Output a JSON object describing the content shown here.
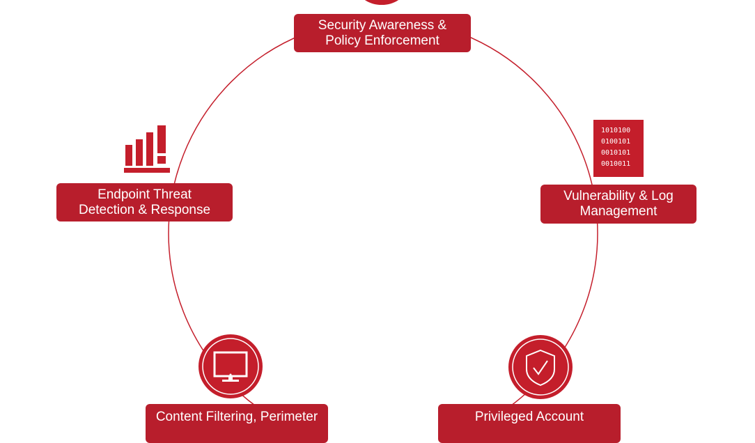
{
  "colors": {
    "primary": "#b81e2c",
    "icon": "#c41e2b",
    "line": "#c41e2b"
  },
  "nodes": [
    {
      "line1": "Security Awareness &",
      "line2": "Policy Enforcement"
    },
    {
      "line1": "Vulnerability & Log",
      "line2": "Management"
    },
    {
      "line1": "Privileged Account",
      "line2": ""
    },
    {
      "line1": "Content Filtering, Perimeter",
      "line2": ""
    },
    {
      "line1": "Endpoint Threat",
      "line2": "Detection & Response"
    }
  ],
  "binary": [
    "1010100",
    "0100101",
    "0010101",
    "0010011"
  ]
}
